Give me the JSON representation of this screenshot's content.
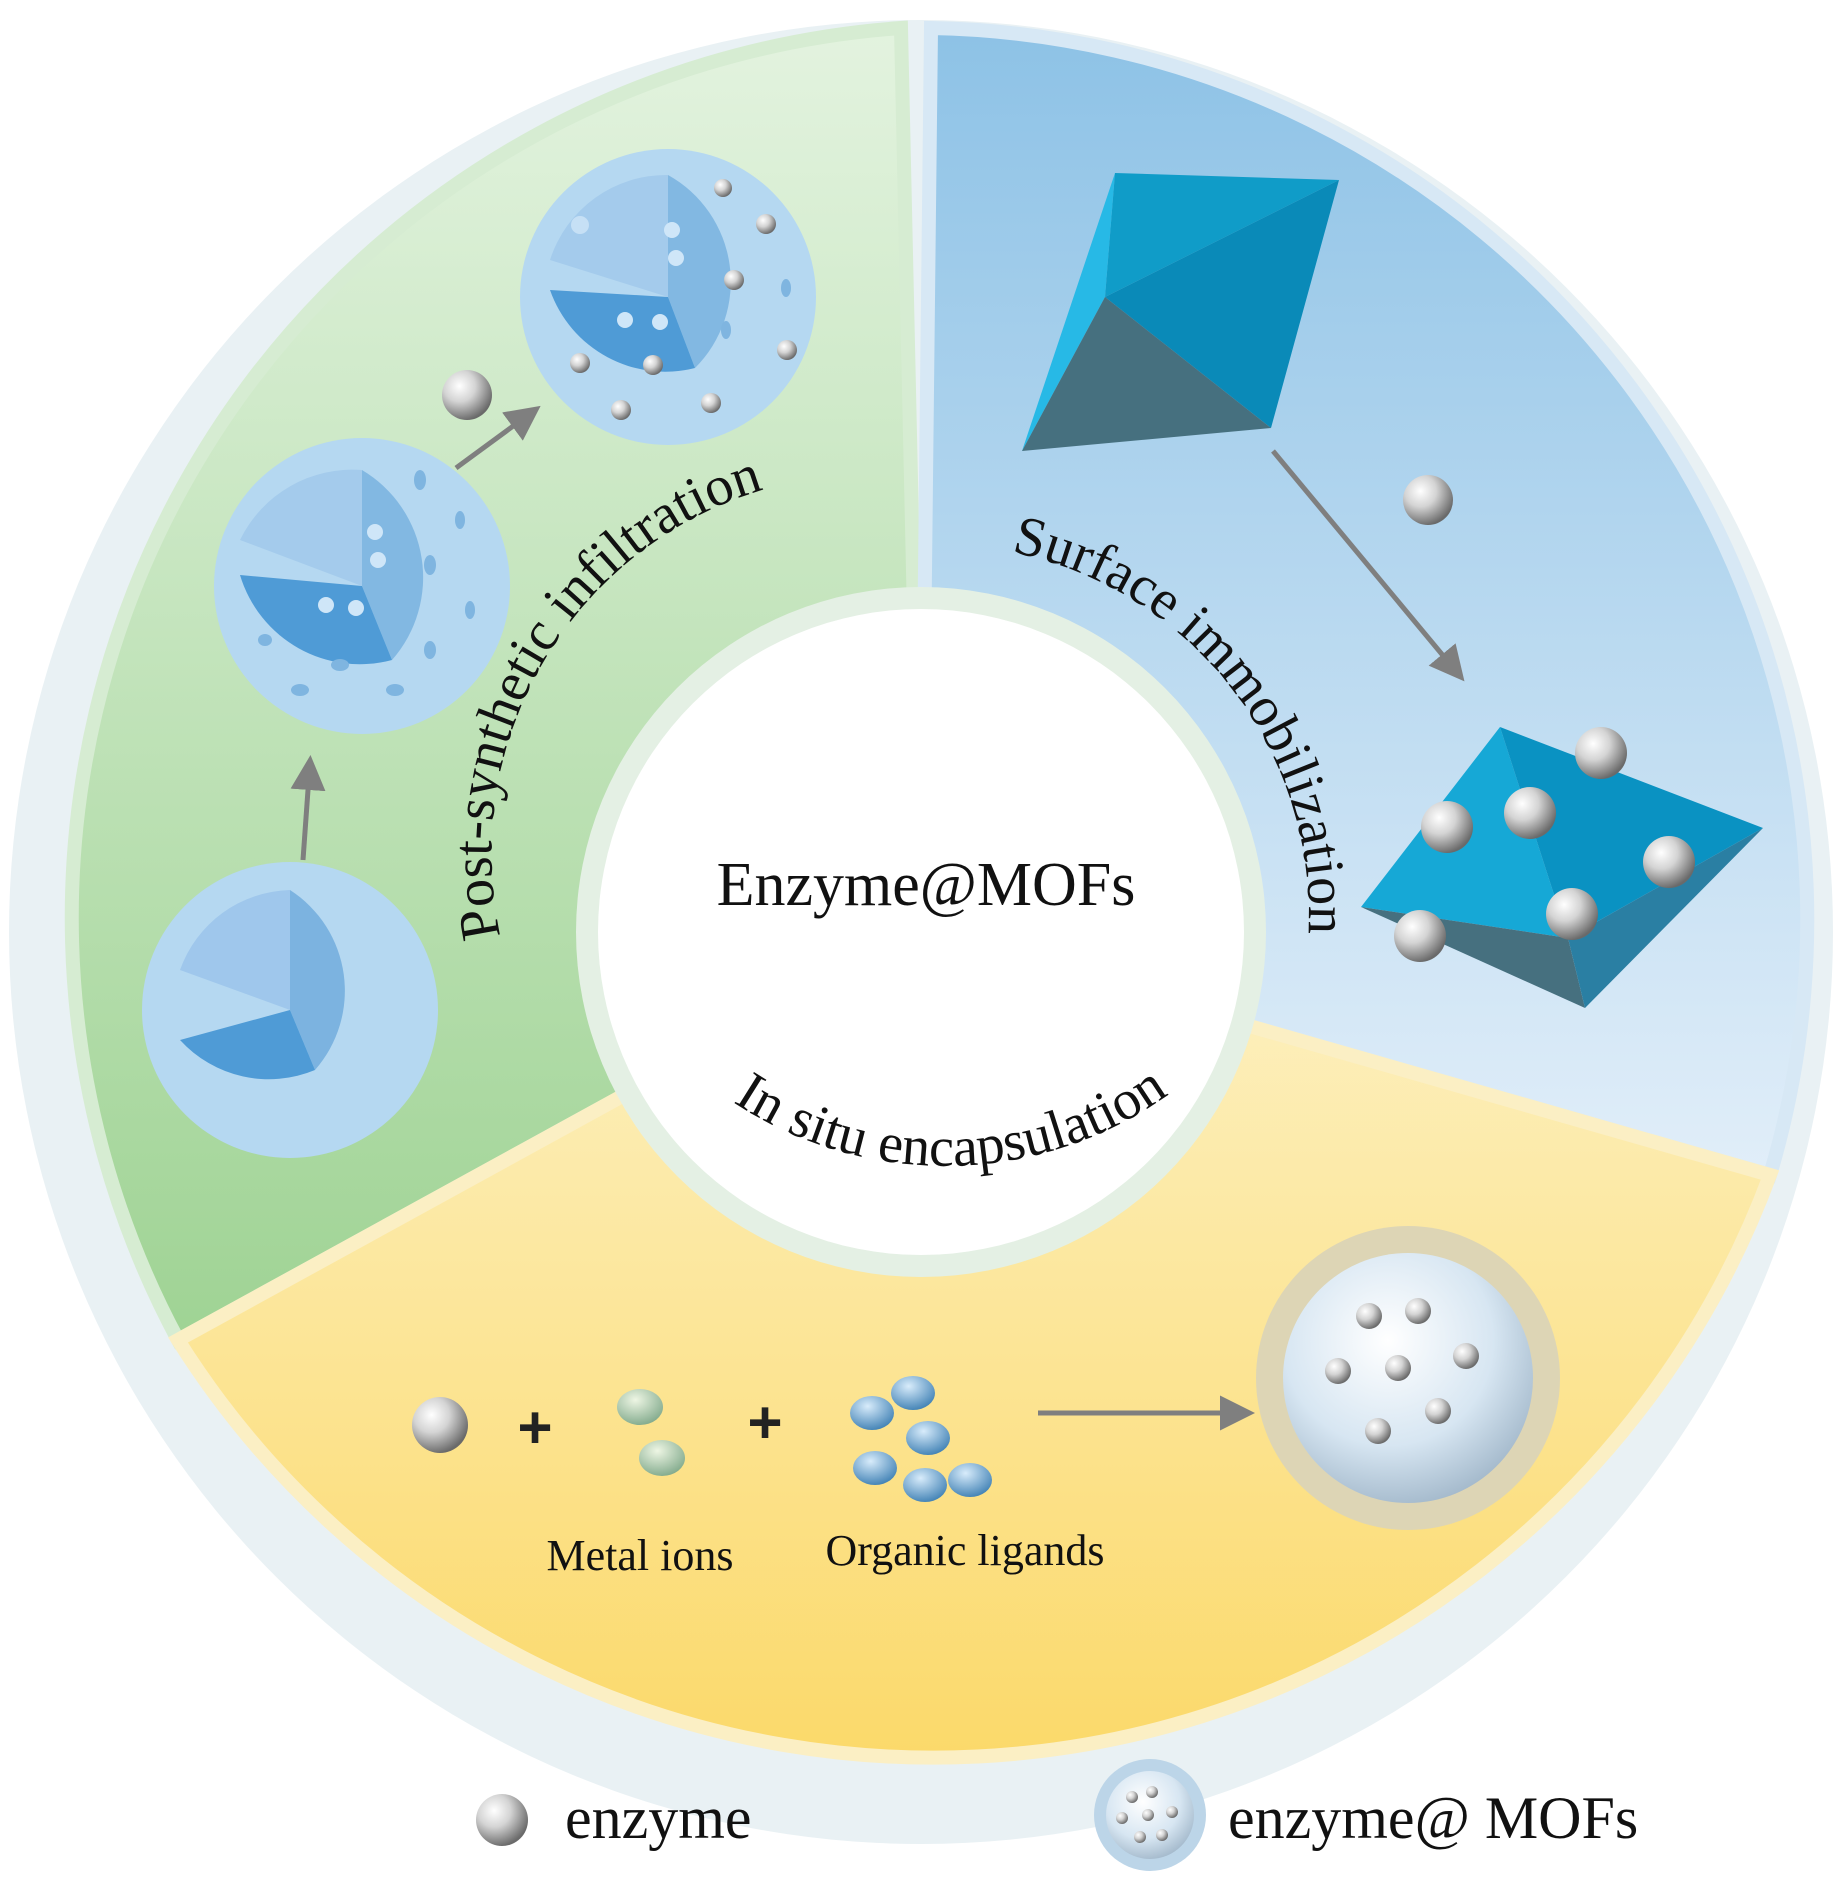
{
  "center": {
    "title": "Enzyme@MOFs"
  },
  "sectors": {
    "post_synthetic": {
      "label": "Post-synthetic infiltration"
    },
    "surface": {
      "label": "Surface immobilization"
    },
    "in_situ": {
      "label": "In situ encapsulation",
      "metal_ions_label": "Metal ions",
      "ligands_label": "Organic ligands",
      "plus_symbol": "+"
    }
  },
  "legend": {
    "enzyme": "enzyme",
    "enzyme_mofs": "enzyme@ MOFs"
  },
  "colors": {
    "green_sector": "#a8d8a0",
    "blue_sector": "#a6cdea",
    "yellow_sector": "#fbe08a",
    "sphere_blue": "#a9d0ef",
    "octahedron_cyan": "#16a8d6",
    "octahedron_dark": "#47707f"
  }
}
